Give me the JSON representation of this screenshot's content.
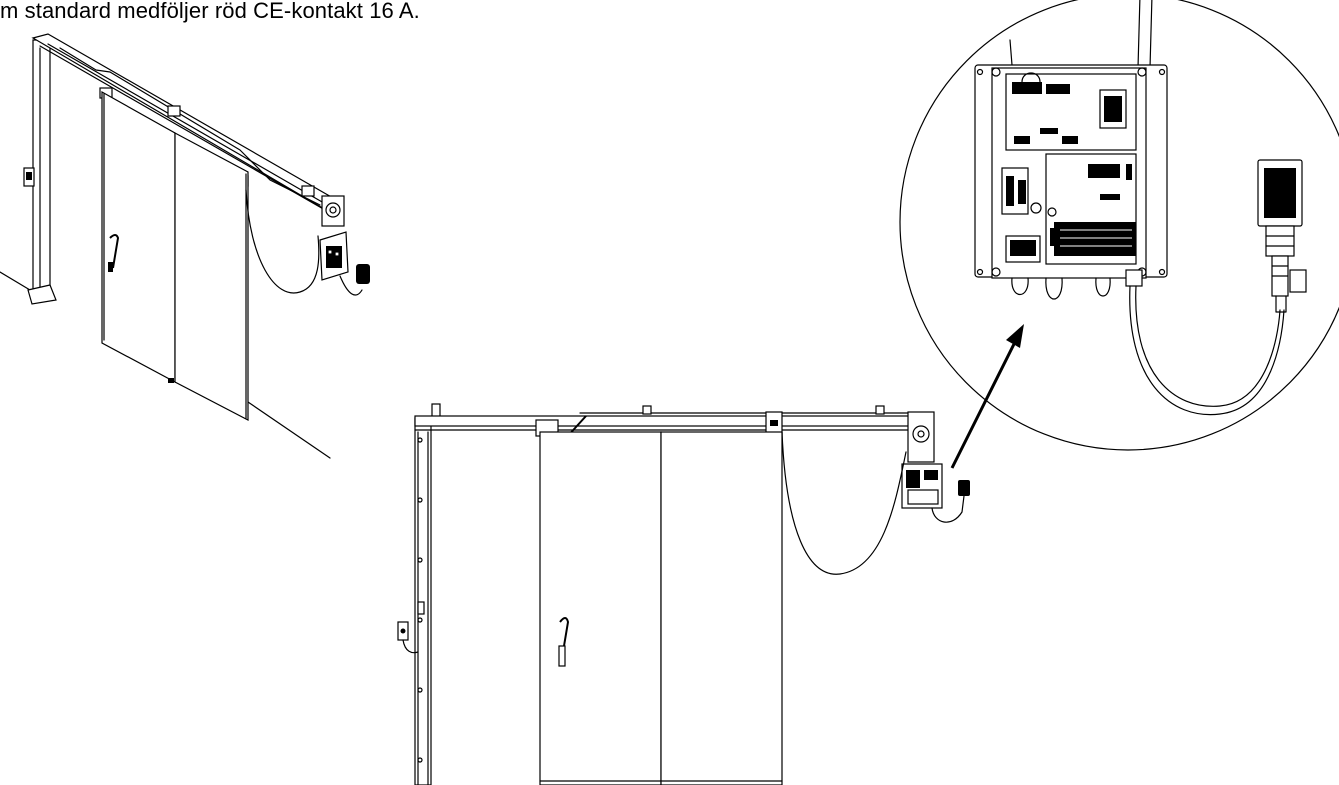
{
  "caption": "m standard medföljer röd CE-kontakt 16 A.",
  "illustration": {
    "isometric_view": "sliding-door-isometric",
    "front_view": "sliding-door-front-elevation",
    "detail_view": "control-box-detail-magnified",
    "callout": "arrow-to-detail"
  }
}
